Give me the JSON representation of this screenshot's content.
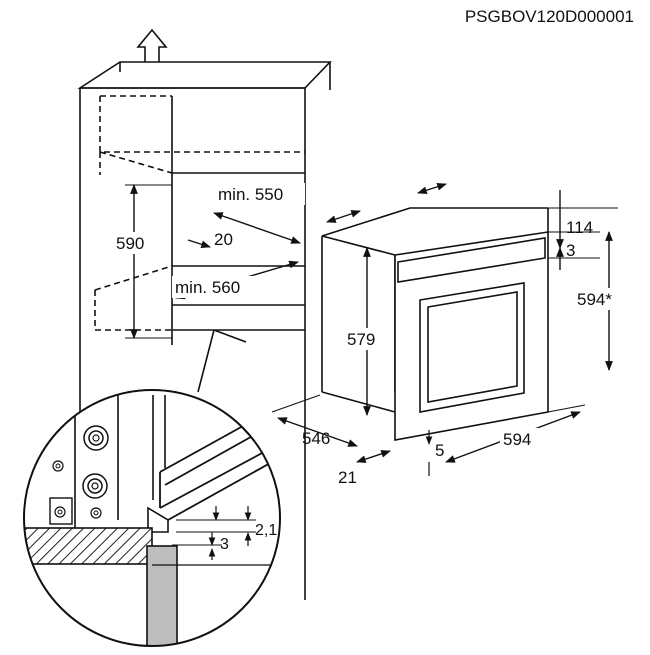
{
  "document_code": "PSGBOV120D000001",
  "dimensions": {
    "cabinet_depth_min": "min. 550",
    "cabinet_height": "590",
    "gap_depth": "20",
    "cabinet_width_min": "min. 560",
    "oven_height": "579",
    "oven_depth": "546",
    "oven_width": "594",
    "oven_total_height": "594*",
    "top_panel_height": "114",
    "top_gap": "3",
    "bottom_offset": "5",
    "door_thickness": "21",
    "detail_gap_upper": "2,1",
    "detail_gap_lower": "3"
  },
  "icons": {
    "up_arrow": "up-arrow-icon",
    "knob_upper": "knob-icon",
    "knob_lower": "knob-icon"
  }
}
